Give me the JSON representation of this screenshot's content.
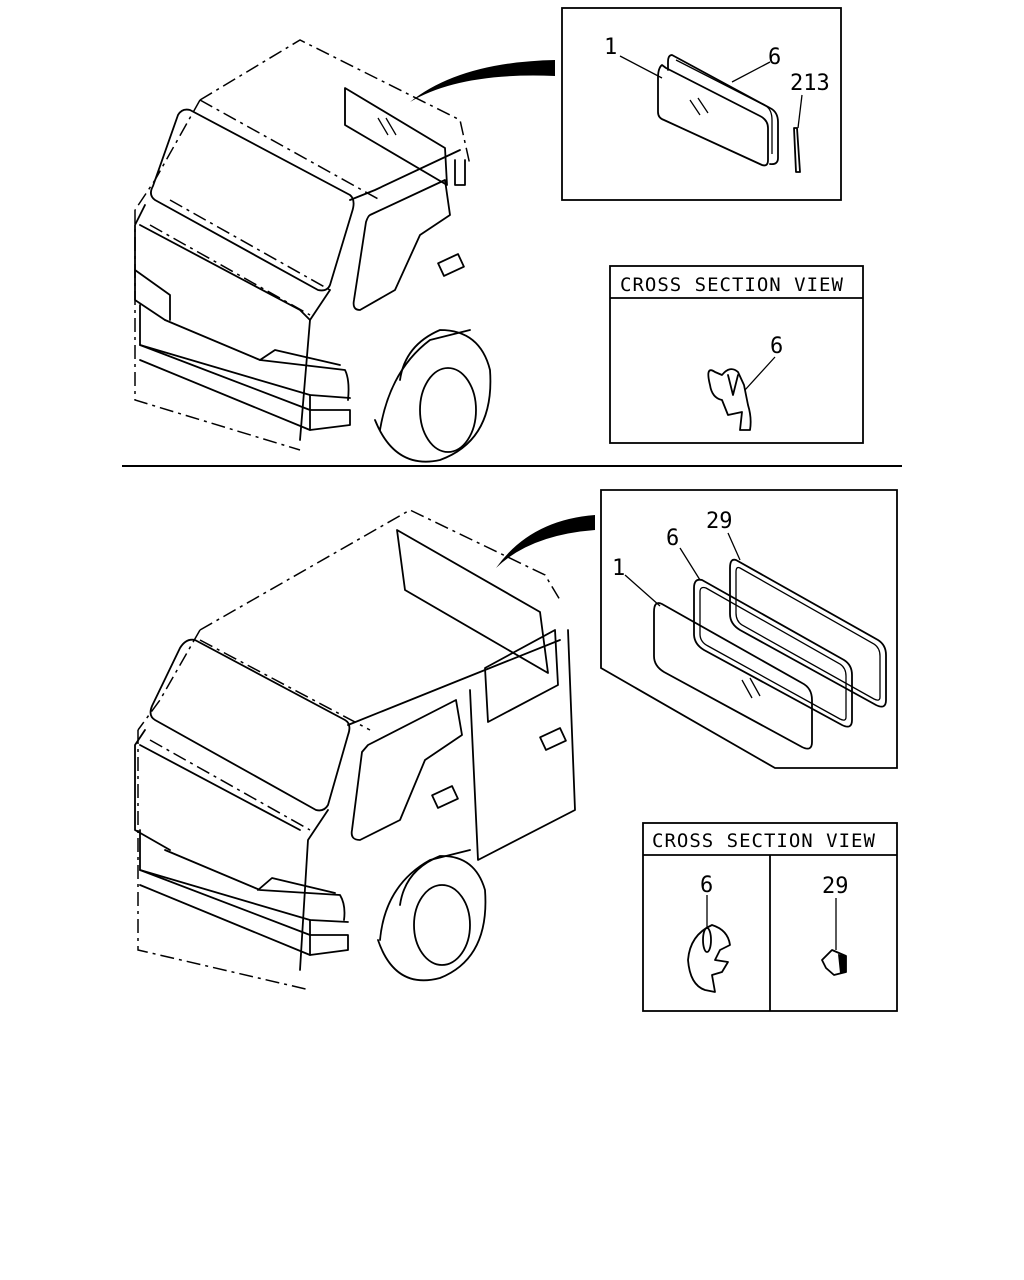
{
  "top": {
    "callouts": {
      "glass": "1",
      "weatherstrip": "6",
      "molding": "213"
    },
    "cross_section": {
      "title": "CROSS SECTION VIEW",
      "part": "6"
    }
  },
  "bottom": {
    "callouts": {
      "glass": "1",
      "weatherstrip": "6",
      "molding": "29"
    },
    "cross_section": {
      "title": "CROSS SECTION VIEW",
      "parts": [
        "6",
        "29"
      ]
    }
  }
}
